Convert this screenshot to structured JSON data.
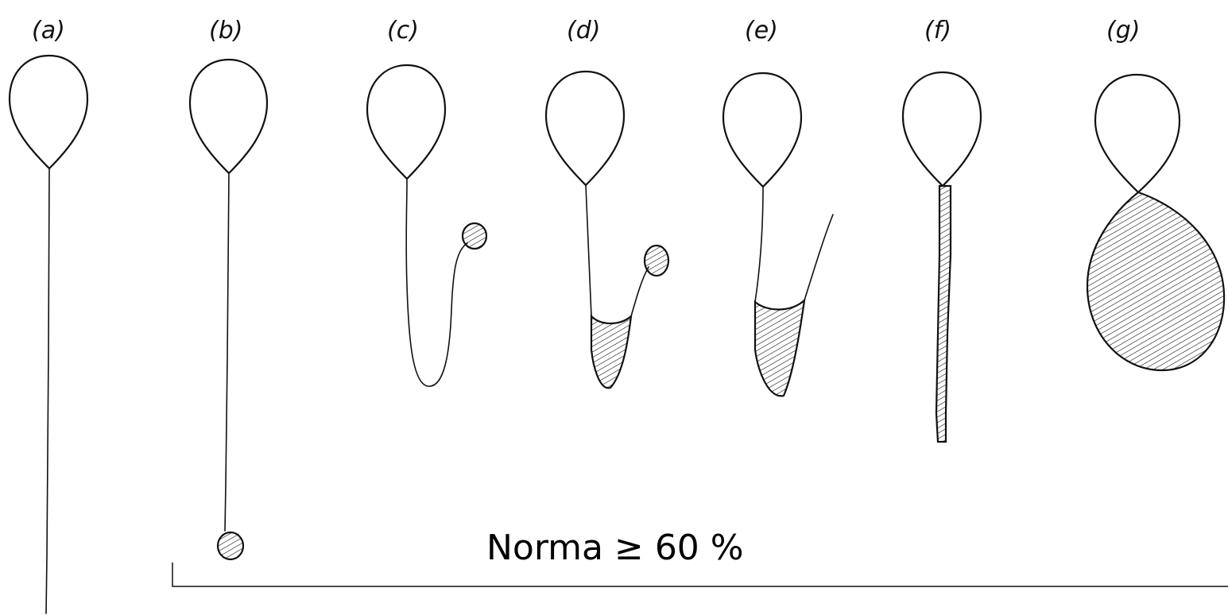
{
  "panels": [
    {
      "id": "a",
      "label": "(a)"
    },
    {
      "id": "b",
      "label": "(b)"
    },
    {
      "id": "c",
      "label": "(c)"
    },
    {
      "id": "d",
      "label": "(d)"
    },
    {
      "id": "e",
      "label": "(e)"
    },
    {
      "id": "f",
      "label": "(f)"
    },
    {
      "id": "g",
      "label": "(g)"
    }
  ],
  "caption": "Norma ≥ 60 %",
  "colors": {
    "ink": "#111111",
    "background": "#ffffff"
  }
}
